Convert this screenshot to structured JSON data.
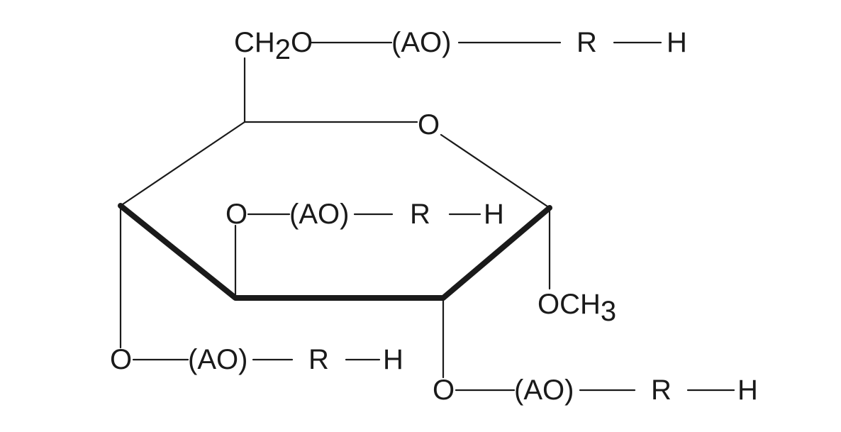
{
  "labels": {
    "ch2": "CH",
    "ch2_sub": "2",
    "ring_o": "O",
    "ao": "(AO)",
    "r": "R",
    "h": "H",
    "o": "O",
    "och": "OCH",
    "och_sub": "3"
  }
}
